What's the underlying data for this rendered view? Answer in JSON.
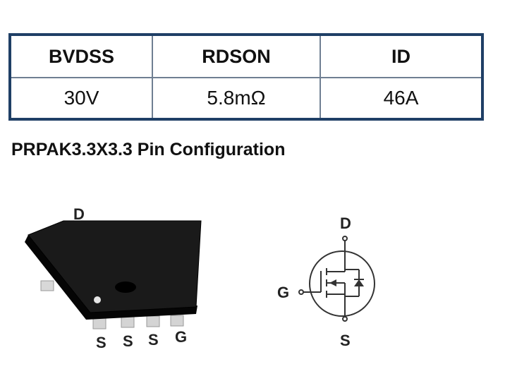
{
  "spec_table": {
    "headers": [
      "BVDSS",
      "RDSON",
      "ID"
    ],
    "values": [
      "30V",
      "5.8mΩ",
      "46A"
    ]
  },
  "section_title": "PRPAK3.3X3.3 Pin Configuration",
  "package": {
    "top_label": "D",
    "bottom_labels": [
      "S",
      "S",
      "S",
      "G"
    ]
  },
  "symbol": {
    "drain_label": "D",
    "gate_label": "G",
    "source_label": "S"
  },
  "colors": {
    "table_border": "#1f3f66",
    "package_body": "#141414"
  }
}
